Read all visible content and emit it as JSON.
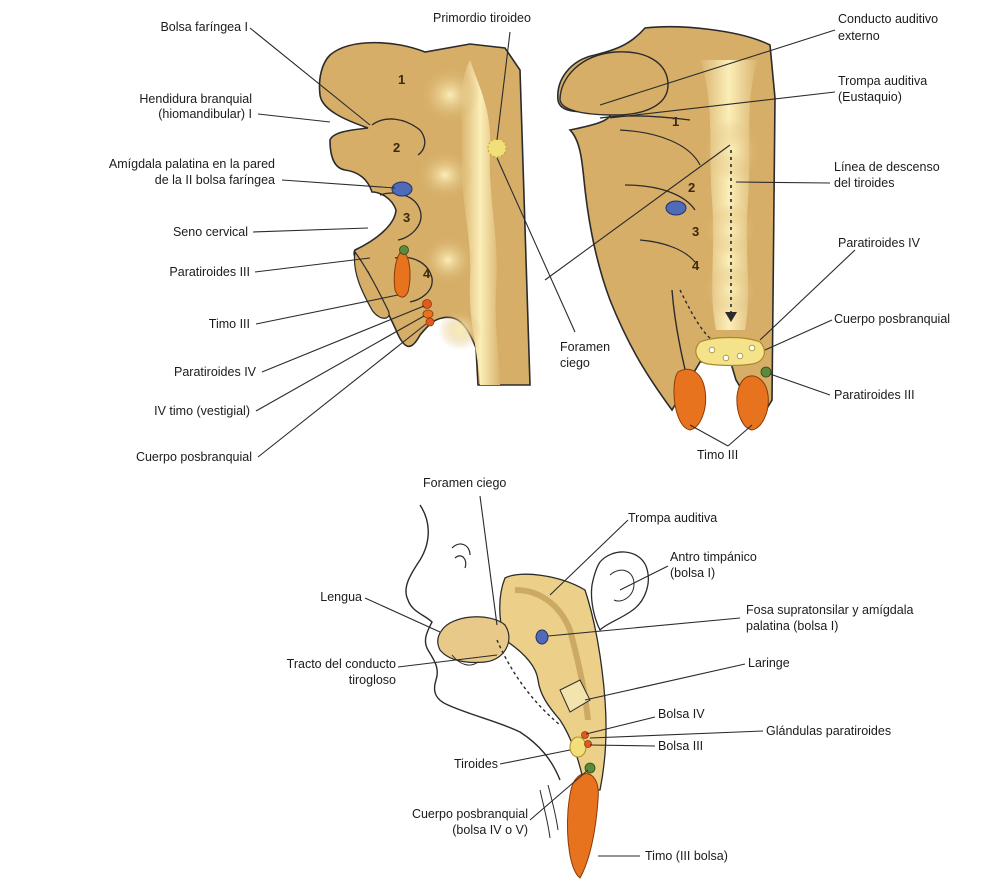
{
  "colors": {
    "tissue": "#d9b36e",
    "tissue_dark": "#a97e3a",
    "highlight": "#f7e7a6",
    "tonsil": "#4f6bb8",
    "thymus": "#e8731e",
    "parathyroid": "#e35a1c",
    "thyroid": "#f1e07a",
    "postbranchial": "#5d8a3a",
    "line": "#2b2b2b"
  },
  "left_panel": {
    "pouch_numbers": [
      "1",
      "2",
      "3",
      "4"
    ],
    "labels": {
      "bolsa_faringea_1": "Bolsa faríngea I",
      "hendidura_line1": "Hendidura branquial",
      "hendidura_line2": "(hiomandibular) I",
      "amigdala_line1": "Amígdala palatina en la pared",
      "amigdala_line2": "de la II bolsa faríngea",
      "seno_cervical": "Seno cervical",
      "paratiroides_3": "Paratiroides III",
      "timo_3": "Timo III",
      "paratiroides_4": "Paratiroides IV",
      "timo_4": "IV timo (vestigial)",
      "cuerpo_posbranquial": "Cuerpo posbranquial"
    }
  },
  "middle_labels": {
    "primordio_tiroideo": "Primordio tiroideo",
    "foramen_line1": "Foramen",
    "foramen_line2": "ciego"
  },
  "right_panel": {
    "pouch_numbers": [
      "1",
      "2",
      "3",
      "4"
    ],
    "labels": {
      "conducto_line1": "Conducto auditivo",
      "conducto_line2": "externo",
      "trompa_line1": "Trompa auditiva",
      "trompa_line2": "(Eustaquio)",
      "linea_line1": "Línea de descenso",
      "linea_line2": "del tiroides",
      "paratiroides_4": "Paratiroides IV",
      "cuerpo_posbranquial": "Cuerpo posbranquial",
      "paratiroides_3": "Paratiroides III",
      "timo_3": "Timo III"
    }
  },
  "bottom_panel": {
    "labels": {
      "foramen_ciego": "Foramen ciego",
      "trompa_auditiva": "Trompa auditiva",
      "antro_line1": "Antro timpánico",
      "antro_line2": "(bolsa I)",
      "lengua": "Lengua",
      "fosa_line1": "Fosa supratonsilar y amígdala",
      "fosa_line2": "palatina (bolsa I)",
      "tracto_line1": "Tracto del conducto",
      "tracto_line2": "tirogloso",
      "laringe": "Laringe",
      "bolsa_iv": "Bolsa IV",
      "glandulas": "Glándulas paratiroides",
      "bolsa_iii": "Bolsa III",
      "tiroides": "Tiroides",
      "cuerpo_line1": "Cuerpo posbranquial",
      "cuerpo_line2": "(bolsa IV o V)",
      "timo": "Timo (III bolsa)"
    }
  }
}
